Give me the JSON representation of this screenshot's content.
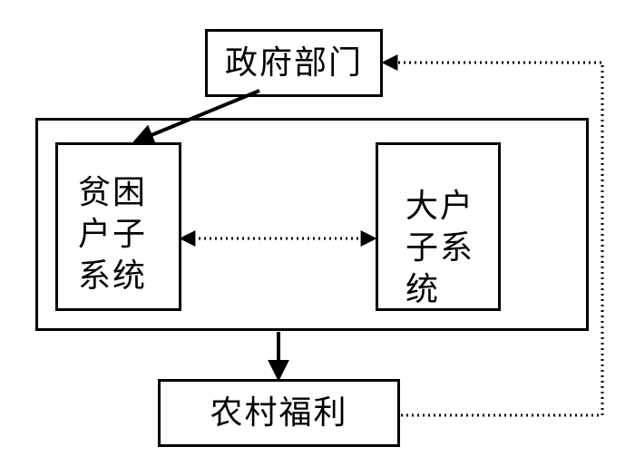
{
  "nodes": {
    "government": "政府部门",
    "poor_subsystem": [
      "贫困",
      "户子",
      "系统"
    ],
    "large_subsystem": [
      "大户",
      "子系",
      "统"
    ],
    "rural_welfare": "农村福利"
  },
  "colors": {
    "line": "#000000",
    "background": "#ffffff"
  }
}
